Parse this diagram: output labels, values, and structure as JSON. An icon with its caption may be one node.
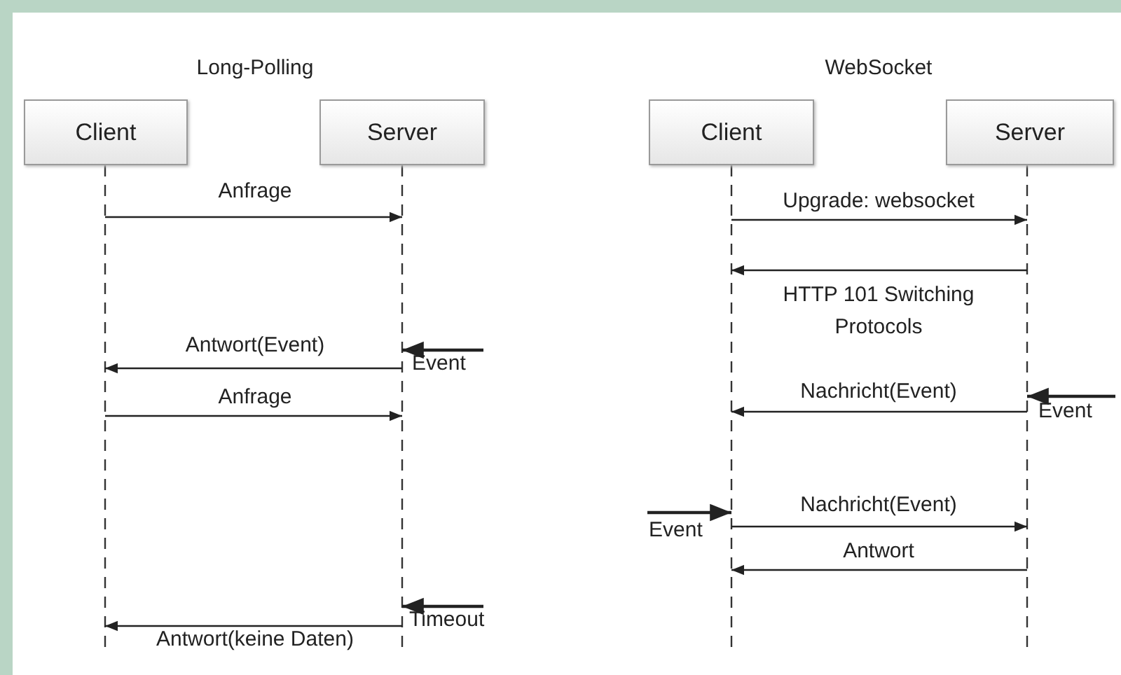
{
  "diagram": {
    "nodes": [
      {
        "text": [
          "Client"
        ]
      },
      {
        "text": [
          "Server"
        ]
      },
      {
        "text": [
          "Client"
        ]
      },
      {
        "text": [
          "Server"
        ]
      }
    ],
    "edges": [
      {
        "from": 0,
        "to": 1,
        "arrow": "to",
        "label": "Anfrage"
      },
      {
        "from": null,
        "to": 1,
        "arrow": "to",
        "label": "Event"
      },
      {
        "from": 1,
        "to": 0,
        "arrow": "to",
        "label": "Antwort(Event)"
      },
      {
        "from": 0,
        "to": 1,
        "arrow": "to",
        "label": "Anfrage"
      },
      {
        "from": null,
        "to": 1,
        "arrow": "to",
        "label": "Timeout"
      },
      {
        "from": 1,
        "to": 0,
        "arrow": "to",
        "label": "Antwort(keine Daten)"
      },
      {
        "from": 2,
        "to": 3,
        "arrow": "to",
        "label": "Upgrade: websocket"
      },
      {
        "from": 3,
        "to": 2,
        "arrow": "to",
        "label": "HTTP 101 Switching Protocols"
      },
      {
        "from": null,
        "to": 3,
        "arrow": "to",
        "label": "Event"
      },
      {
        "from": 3,
        "to": 2,
        "arrow": "to",
        "label": "Nachricht(Event)"
      },
      {
        "from": null,
        "to": 2,
        "arrow": "to",
        "label": "Event"
      },
      {
        "from": 2,
        "to": 3,
        "arrow": "to",
        "label": "Nachricht(Event)"
      },
      {
        "from": 3,
        "to": 2,
        "arrow": "to",
        "label": "Antwort"
      }
    ],
    "labels": [
      "Long-Polling",
      "WebSocket"
    ]
  }
}
